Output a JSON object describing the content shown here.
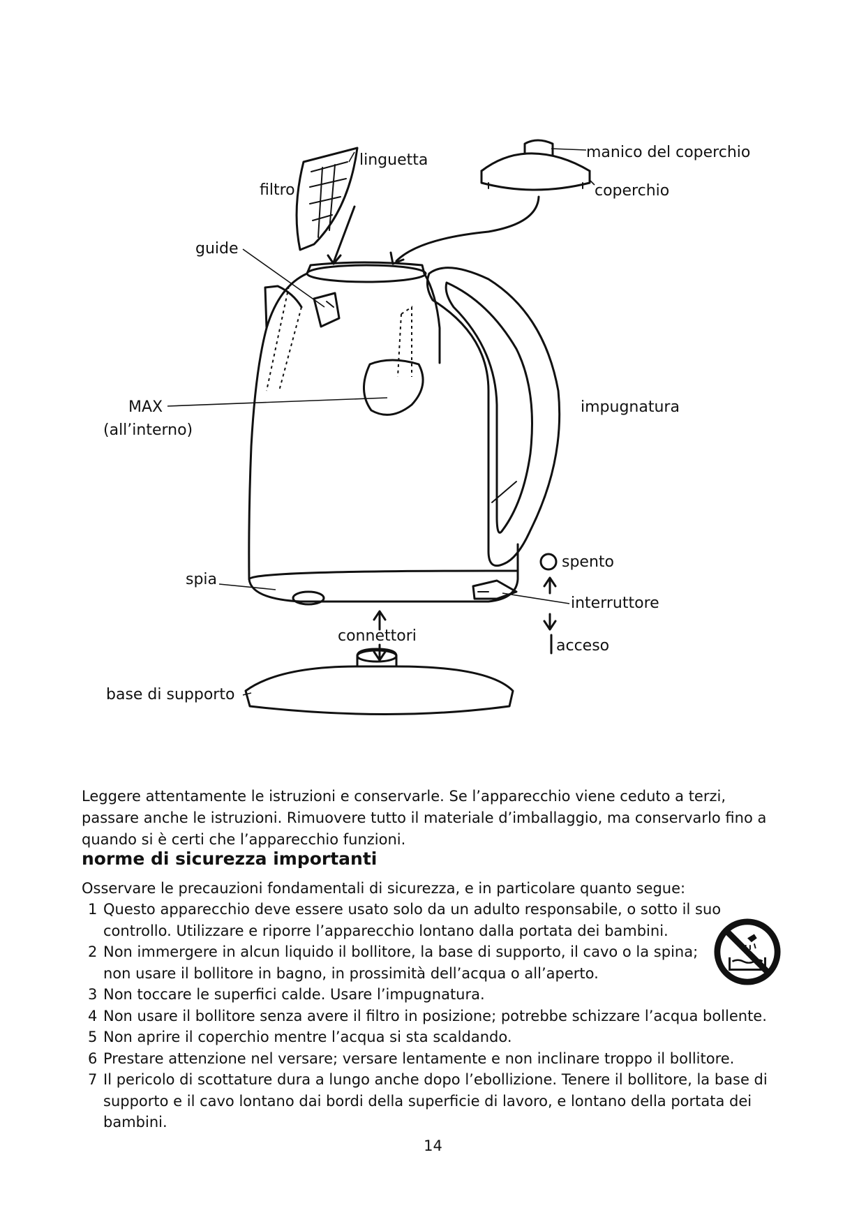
{
  "diagram": {
    "labels": {
      "linguetta": "linguetta",
      "filtro": "filtro",
      "manico": "manico del coperchio",
      "coperchio": "coperchio",
      "guide": "guide",
      "max": "MAX",
      "max_note": "(all’interno)",
      "impugnatura": "impugnatura",
      "spento": "spento",
      "spia": "spia",
      "interruttore": "interruttore",
      "connettori": "connettori",
      "acceso": "acceso",
      "base": "base di supporto"
    }
  },
  "intro": "Leggere attentamente le istruzioni e conservarle. Se l’apparecchio viene ceduto a terzi, passare anche le istruzioni. Rimuovere tutto il materiale d’imballaggio, ma conservarlo fino a quando si è certi che l’apparecchio funzioni.",
  "section": {
    "title": "norme di sicurezza importanti",
    "lead": "Osservare le precauzioni fondamentali di sicurezza, e in particolare quanto segue:",
    "rules": [
      {
        "num": "1",
        "text": "Questo apparecchio deve essere usato solo da un adulto responsabile, o sotto il suo controllo. Utilizzare e riporre l’apparecchio lontano dalla portata dei bambini."
      },
      {
        "num": "2",
        "text": "Non immergere in alcun liquido il bollitore, la base di supporto, il cavo o la spina; non usare il bollitore in bagno, in prossimità dell’acqua o all’aperto."
      },
      {
        "num": "3",
        "text": "Non toccare le superfici calde. Usare l’impugnatura."
      },
      {
        "num": "4",
        "text": "Non usare il bollitore senza avere il filtro in posizione; potrebbe schizzare l’acqua bollente."
      },
      {
        "num": "5",
        "text": "Non aprire il coperchio mentre l’acqua si sta scaldando."
      },
      {
        "num": "6",
        "text": "Prestare attenzione nel versare; versare lentamente e non inclinare troppo il bollitore."
      },
      {
        "num": "7",
        "text": "Il pericolo di scottature dura a lungo anche dopo l’ebollizione. Tenere il bollitore, la base di supporto e il cavo lontano dai bordi della superficie di lavoro, e lontano della portata dei bambini."
      }
    ]
  },
  "page_number": "14",
  "icons": {
    "warning": "no-water-immersion-icon"
  }
}
